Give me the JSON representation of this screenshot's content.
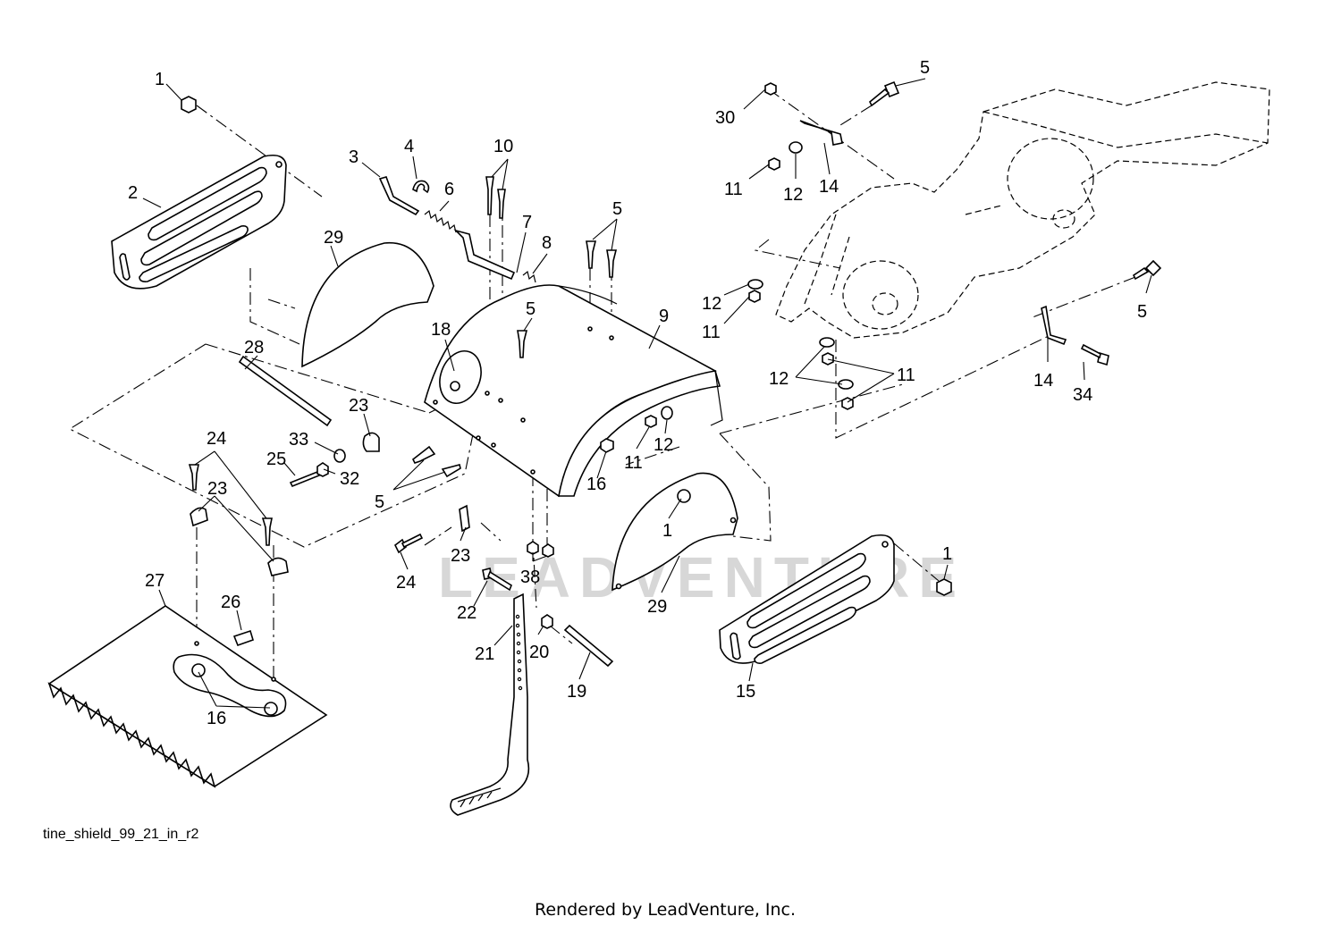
{
  "figure_id": "tine_shield_99_21_in_r2",
  "footer": "Rendered by LeadVenture, Inc.",
  "watermark": "LEADVENTURE",
  "callouts": {
    "c1a": "1",
    "c1b": "1",
    "c1c": "1",
    "c2": "2",
    "c3": "3",
    "c4": "4",
    "c5a": "5",
    "c5b": "5",
    "c5c": "5",
    "c5d": "5",
    "c5e": "5",
    "c6": "6",
    "c7": "7",
    "c8": "8",
    "c9": "9",
    "c10": "10",
    "c11a": "11",
    "c11b": "11",
    "c11c": "11",
    "c11d": "11",
    "c12a": "12",
    "c12b": "12",
    "c12c": "12",
    "c12d": "12",
    "c14a": "14",
    "c14b": "14",
    "c15": "15",
    "c16a": "16",
    "c16b": "16",
    "c18": "18",
    "c19": "19",
    "c20": "20",
    "c21": "21",
    "c22": "22",
    "c23a": "23",
    "c23b": "23",
    "c23c": "23",
    "c24a": "24",
    "c24b": "24",
    "c25": "25",
    "c26": "26",
    "c27": "27",
    "c28": "28",
    "c29a": "29",
    "c29b": "29",
    "c30": "30",
    "c32": "32",
    "c33": "33",
    "c34": "34",
    "c38": "38"
  }
}
